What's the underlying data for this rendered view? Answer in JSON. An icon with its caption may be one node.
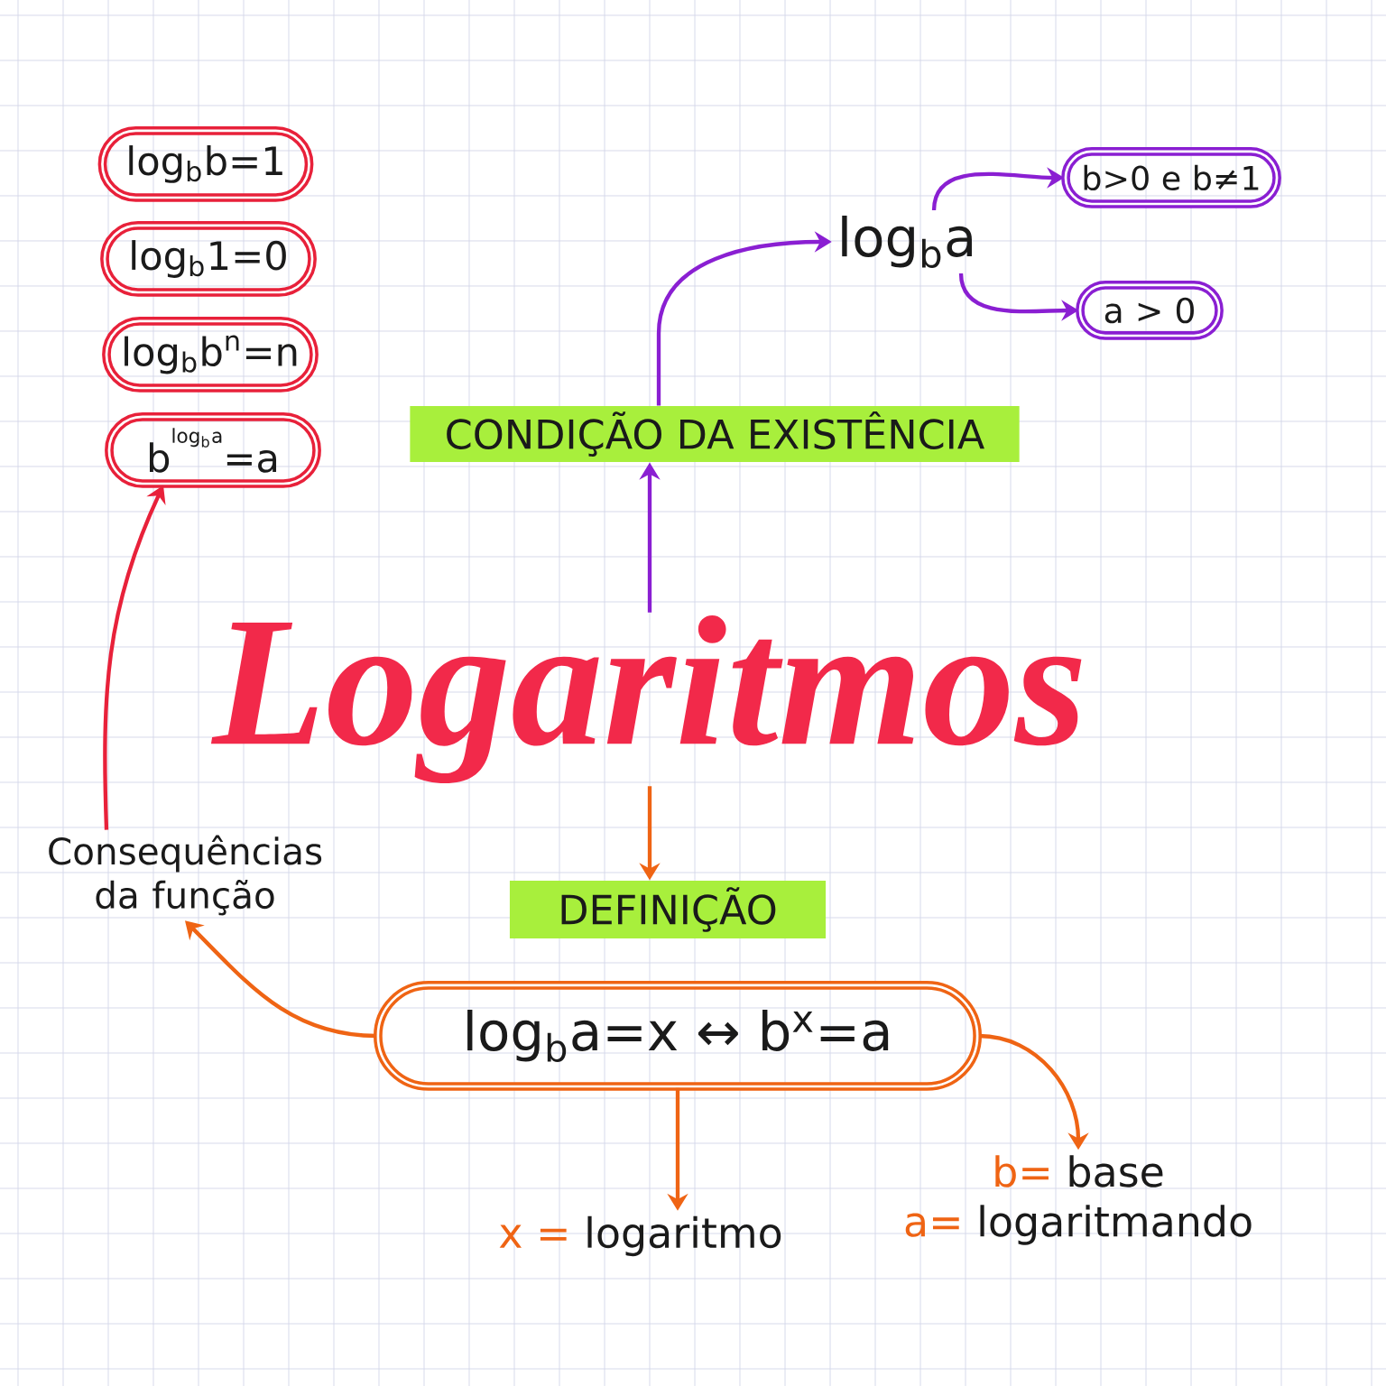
{
  "diagram": {
    "nodes": [
      {
        "text": [
          "Logaritmos"
        ]
      },
      {
        "text": [
          "CONDIÇÃO DA EXISTÊNCIA"
        ]
      },
      {
        "text": [
          "log$_{b}$a"
        ]
      },
      {
        "text": [
          "b>0 e b≠1"
        ]
      },
      {
        "text": [
          "a > 0"
        ]
      },
      {
        "text": [
          "DEFINIÇÃO"
        ]
      },
      {
        "text": [
          "log$_{b}$a=x ↔ b$^{x}$=a"
        ]
      },
      {
        "text": [
          "x =",
          "logaritmo"
        ]
      },
      {
        "text": [
          "b=",
          "base",
          "a=",
          "logaritmando"
        ]
      },
      {
        "text": [
          "Consequências da função"
        ]
      },
      {
        "text": [
          "log$_{b}$b=1"
        ]
      },
      {
        "text": [
          "log$_{b}$1=0"
        ]
      },
      {
        "text": [
          "log$_{b}$b$^{n}$=n"
        ]
      },
      {
        "text": [
          "b",
          "log$_{b}$a",
          "=a"
        ]
      }
    ],
    "edges": [
      {
        "from": 0,
        "to": 1,
        "arrow": "to",
        "color": "#8a1fd2"
      },
      {
        "from": 1,
        "to": 2,
        "arrow": "to",
        "color": "#8a1fd2"
      },
      {
        "from": 2,
        "to": 3,
        "arrow": "to",
        "color": "#8a1fd2"
      },
      {
        "from": 2,
        "to": 4,
        "arrow": "to",
        "color": "#8a1fd2"
      },
      {
        "from": 0,
        "to": 5,
        "arrow": "to",
        "color": "#ef6414"
      },
      {
        "from": 6,
        "to": 9,
        "arrow": "to",
        "color": "#ef6414"
      },
      {
        "from": 6,
        "to": 7,
        "arrow": "to",
        "color": "#ef6414"
      },
      {
        "from": 6,
        "to": 8,
        "arrow": "to",
        "color": "#ef6414"
      },
      {
        "from": 9,
        "to": 13,
        "arrow": "to",
        "color": "#e8213a"
      }
    ]
  }
}
